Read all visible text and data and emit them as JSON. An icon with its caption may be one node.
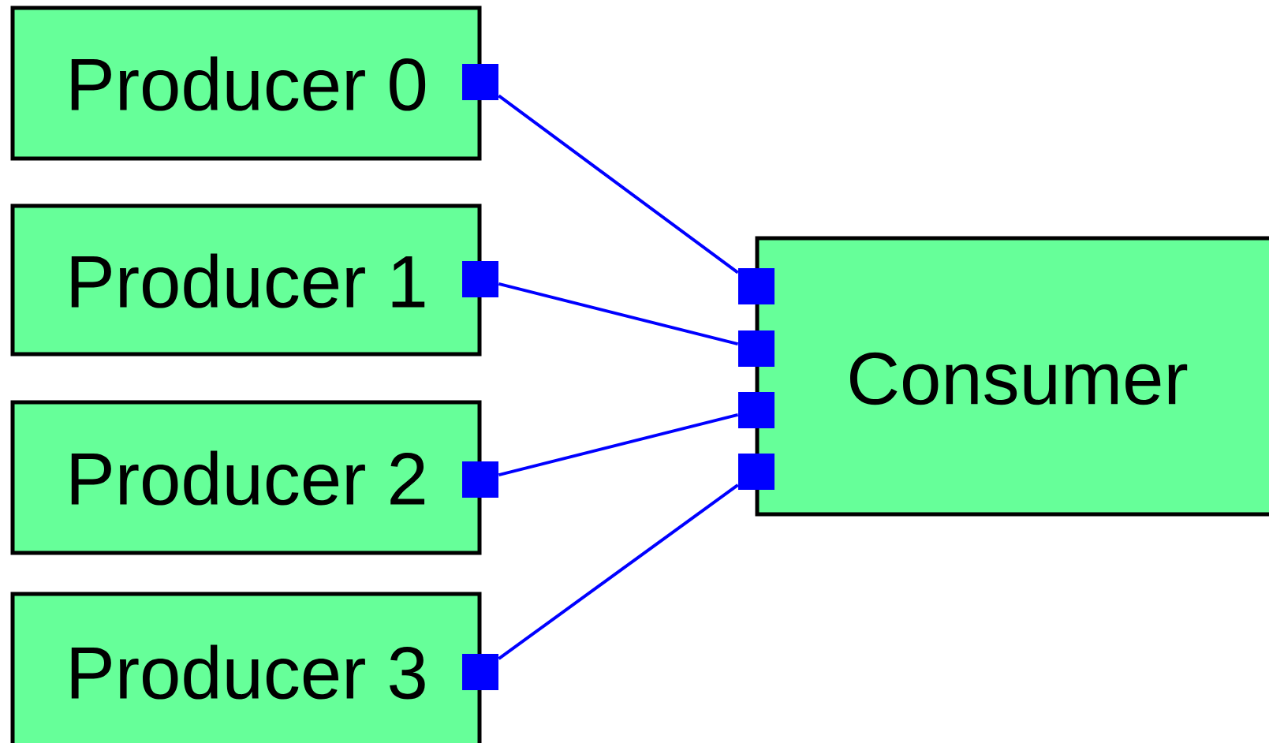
{
  "diagram": {
    "nodes": [
      {
        "text": [
          "Producer 0"
        ]
      },
      {
        "text": [
          "Producer 1"
        ]
      },
      {
        "text": [
          "Producer 2"
        ]
      },
      {
        "text": [
          "Producer 3"
        ]
      },
      {
        "text": [
          "Consumer"
        ]
      },
      {
        "text": [],
        "shape": "box"
      },
      {
        "text": [],
        "shape": "box"
      },
      {
        "text": [],
        "shape": "box"
      },
      {
        "text": [],
        "shape": "box"
      },
      {
        "text": [],
        "shape": "box"
      },
      {
        "text": [],
        "shape": "box"
      },
      {
        "text": [],
        "shape": "box"
      },
      {
        "text": [],
        "shape": "box"
      }
    ],
    "edges": [
      {
        "from": 5,
        "to": 9,
        "arrow": "none"
      },
      {
        "from": 6,
        "to": 10,
        "arrow": "none"
      },
      {
        "from": 7,
        "to": 11,
        "arrow": "none"
      },
      {
        "from": 8,
        "to": 12,
        "arrow": "none"
      }
    ]
  }
}
